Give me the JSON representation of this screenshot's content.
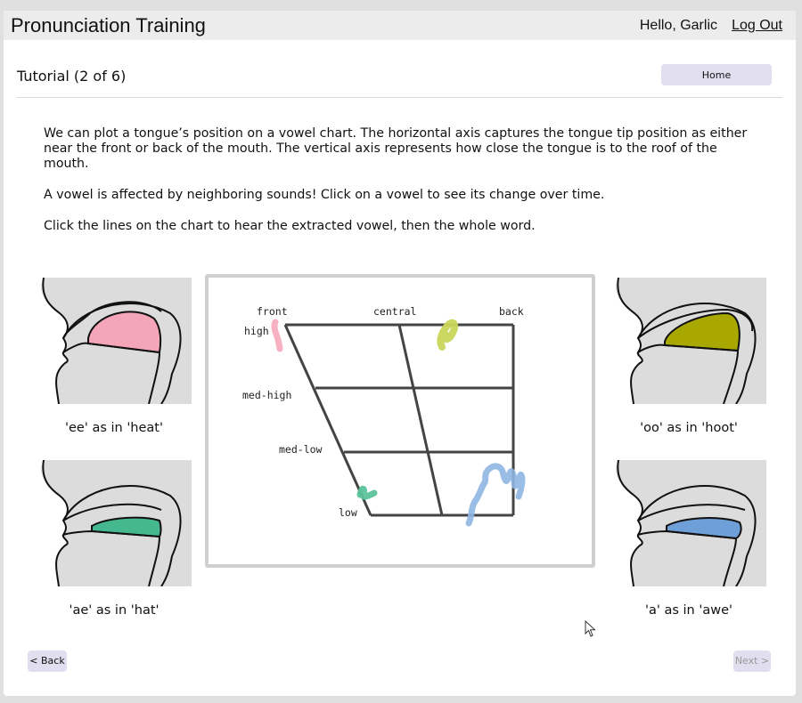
{
  "header": {
    "app_title": "Pronunciation Training",
    "greeting": "Hello, Garlic",
    "logout_label": "Log Out"
  },
  "page": {
    "heading": "Tutorial (2 of 6)",
    "home_label": "Home"
  },
  "intro": {
    "p1": "We can plot a tongue’s position on a vowel chart. The horizontal axis captures the tongue tip position as either near the front or back of the mouth. The vertical axis represents how close the tongue is to the roof of the mouth.",
    "p2": "A vowel is affected by neighboring sounds! Click on a vowel to see its change over time.",
    "p3": "Click the lines on the chart to hear the extracted vowel, then the whole word."
  },
  "vowels": [
    {
      "caption": "'ee' as in 'heat'",
      "color": "#f4a6b8"
    },
    {
      "caption": "'oo' as in 'hoot'",
      "color": "#a8a800"
    },
    {
      "caption": "'ae' as in 'hat'",
      "color": "#45b88f"
    },
    {
      "caption": "'a' as in 'awe'",
      "color": "#6f9fd8"
    }
  ],
  "chart": {
    "x_labels": [
      "front",
      "central",
      "back"
    ],
    "y_labels": [
      "high",
      "med-high",
      "med-low",
      "low"
    ],
    "stroke_colors": {
      "ee": "#f7a8bd",
      "oo": "#c9d65a",
      "ae": "#5cc29c",
      "a": "#8fb6e3"
    }
  },
  "nav": {
    "back_label": "< Back",
    "next_label": "Next >"
  }
}
